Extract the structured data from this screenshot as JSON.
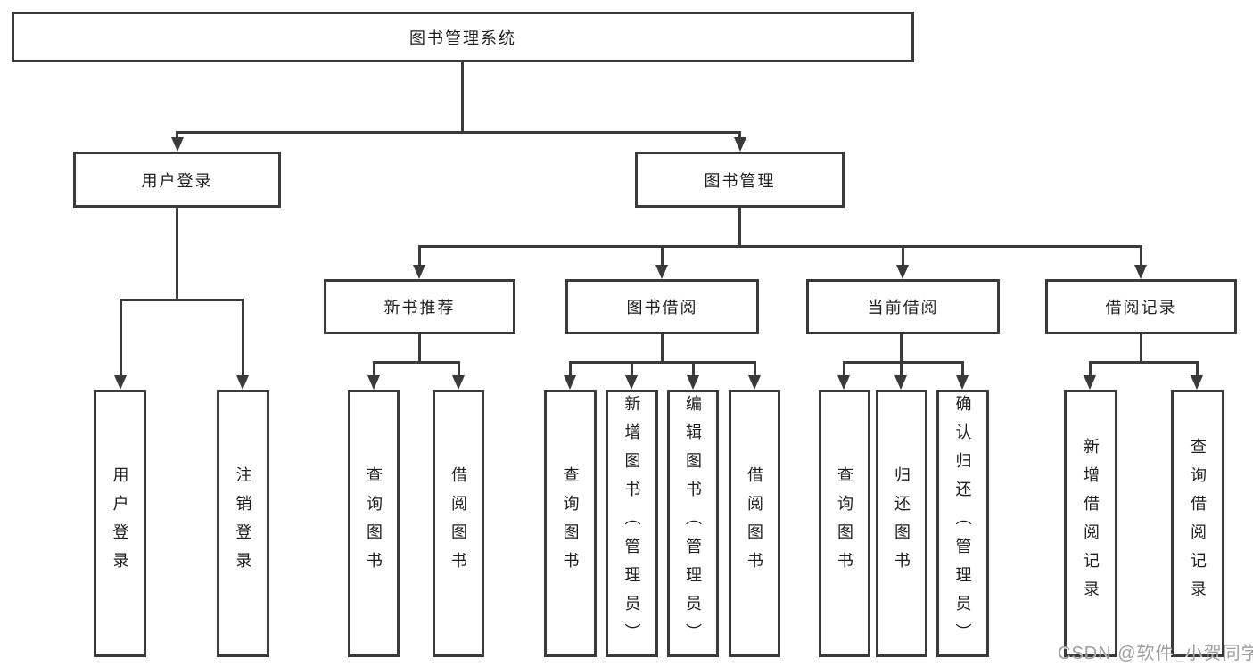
{
  "diagram": {
    "root": {
      "label": "图书管理系统"
    },
    "groups": [
      {
        "label": "用户登录",
        "children": [
          {
            "label": "用户登录"
          },
          {
            "label": "注销登录"
          }
        ]
      },
      {
        "label": "图书管理",
        "subgroups": [
          {
            "label": "新书推荐",
            "children": [
              {
                "label": "查询图书"
              },
              {
                "label": "借阅图书"
              }
            ]
          },
          {
            "label": "图书借阅",
            "children": [
              {
                "label": "查询图书"
              },
              {
                "label": "新增图书（管理员）"
              },
              {
                "label": "编辑图书（管理员）"
              },
              {
                "label": "借阅图书"
              }
            ]
          },
          {
            "label": "当前借阅",
            "children": [
              {
                "label": "查询图书"
              },
              {
                "label": "归还图书"
              },
              {
                "label": "确认归还（管理员）"
              }
            ]
          },
          {
            "label": "借阅记录",
            "children": [
              {
                "label": "新增借阅记录"
              },
              {
                "label": "查询借阅记录"
              }
            ]
          }
        ]
      }
    ]
  },
  "watermark": {
    "text": "CSDN @软件_小贺同学"
  },
  "colors": {
    "line": "#3a3a3a",
    "box_border": "#3a3a3a",
    "text": "#1e1e1e",
    "watermark": "#9e9e9e",
    "background": "#ffffff"
  }
}
